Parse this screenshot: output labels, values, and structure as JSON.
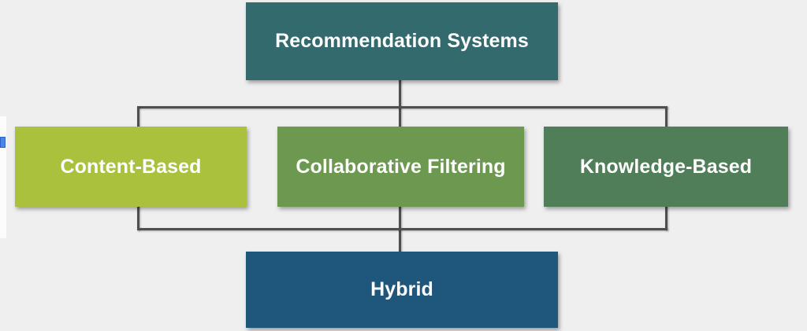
{
  "diagram": {
    "background_color": "#efeff0",
    "connector_color": "#4f4f4f",
    "text_color": "#fdfdfd",
    "nodes": {
      "root": {
        "label": "Recommendation Systems",
        "color": "#336a6e"
      },
      "content_based": {
        "label": "Content-Based",
        "color": "#a9c13d"
      },
      "collaborative_filtering": {
        "label": "Collaborative Filtering",
        "color": "#6d9850"
      },
      "knowledge_based": {
        "label": "Knowledge-Based",
        "color": "#4f7e58"
      },
      "hybrid": {
        "label": "Hybrid",
        "color": "#1f567b"
      }
    }
  },
  "artifacts": {
    "blue_marker_color": "#4a86e8"
  }
}
